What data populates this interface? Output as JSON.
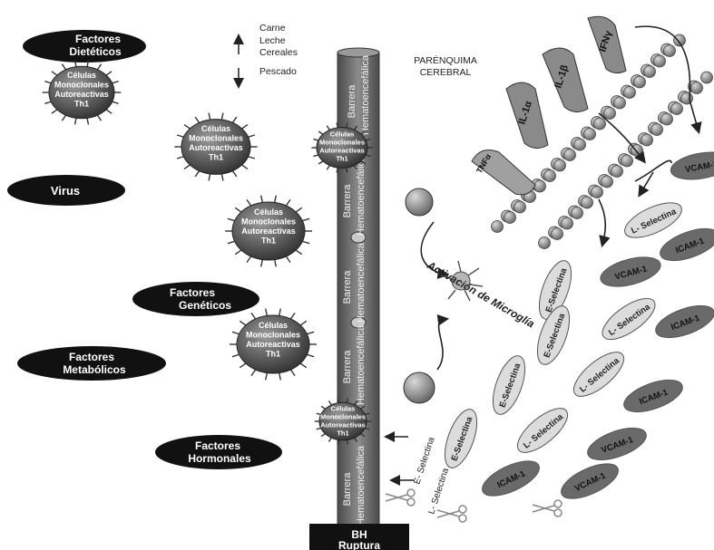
{
  "factors": [
    {
      "line1": "Factores",
      "line2": "Dietéticos"
    },
    {
      "line1": "Virus",
      "line2": ""
    },
    {
      "line1": "Factores",
      "line2": "Genéticos"
    },
    {
      "line1": "Factores",
      "line2": "Metabólicos"
    },
    {
      "line1": "Factores",
      "line2": "Hormonales"
    }
  ],
  "diet": {
    "up": [
      "Carne",
      "Leche",
      "Cereales"
    ],
    "down": "Pescado"
  },
  "cell": {
    "lines": [
      "Células",
      "Monoclonales",
      "Autoreactivas",
      "Th1"
    ]
  },
  "barrier": {
    "line1": "Barrera",
    "line2": "Hematoencefálica"
  },
  "parenchyma": {
    "line1": "PARÉNQUIMA",
    "line2": "CEREBRAL"
  },
  "microglia_label": "Activación de Microglía",
  "cytokines": [
    "IFNγ",
    "IL-1β",
    "IL-1α",
    "TNFα"
  ],
  "molecules": {
    "e_selectina": "E-Selectina",
    "l_selectina": "L- Selectina",
    "vcam": "VCAM-1",
    "icam": "ICAM-1"
  },
  "arrow_labels": {
    "e": "E- Selectina",
    "l": "L- Selectina"
  },
  "bh": {
    "line1": "BH",
    "line2": "Ruptura"
  },
  "colors": {
    "dark": "#111111",
    "barrier": "#6b6b6b",
    "cell": "#555555",
    "light_molecule": "#dcdcdc",
    "dark_molecule": "#6a6a6a"
  }
}
